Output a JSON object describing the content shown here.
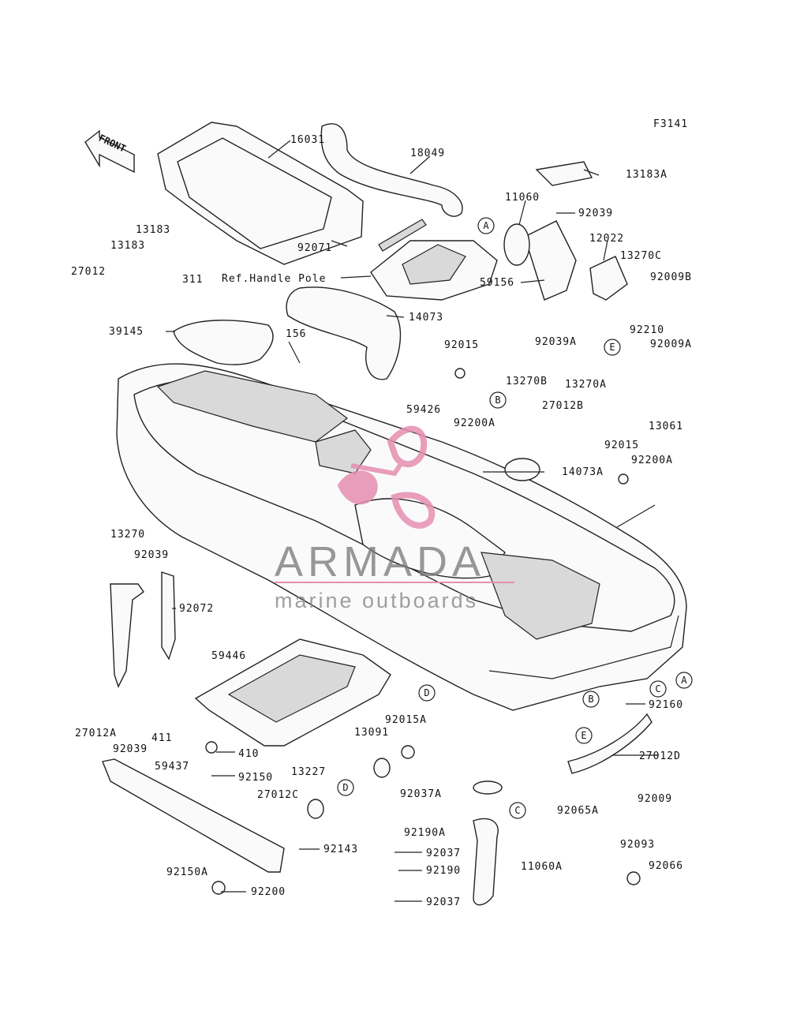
{
  "figure_code": "F3141",
  "front_arrow_text": "FRONT",
  "ref_note": "Ref.Handle Pole",
  "watermark": {
    "brand": "ARMADA",
    "tagline": "marine outboards",
    "logo_color": "#e58fb0"
  },
  "callouts": [
    "A",
    "A",
    "B",
    "B",
    "C",
    "C",
    "D",
    "D",
    "E",
    "E"
  ],
  "part_labels": [
    "16031",
    "18049",
    "13183A",
    "11060",
    "92039",
    "12022",
    "13270C",
    "92009B",
    "13183",
    "13183",
    "311",
    "27012",
    "92071",
    "59156",
    "14073",
    "39145",
    "156",
    "92015",
    "92200A",
    "13270B",
    "27012B",
    "92039A",
    "92210",
    "92009A",
    "13270A",
    "13061",
    "59426",
    "92015",
    "92200A",
    "14073A",
    "13270",
    "92039",
    "92072",
    "59446",
    "27012A",
    "92039",
    "411",
    "410",
    "92150",
    "59437",
    "92015A",
    "13091",
    "13227",
    "27012C",
    "92143",
    "92150A",
    "92200",
    "92037A",
    "92190A",
    "92037",
    "92190",
    "92037",
    "11060A",
    "92065A",
    "92009",
    "92093",
    "92066",
    "92160",
    "27012D"
  ]
}
